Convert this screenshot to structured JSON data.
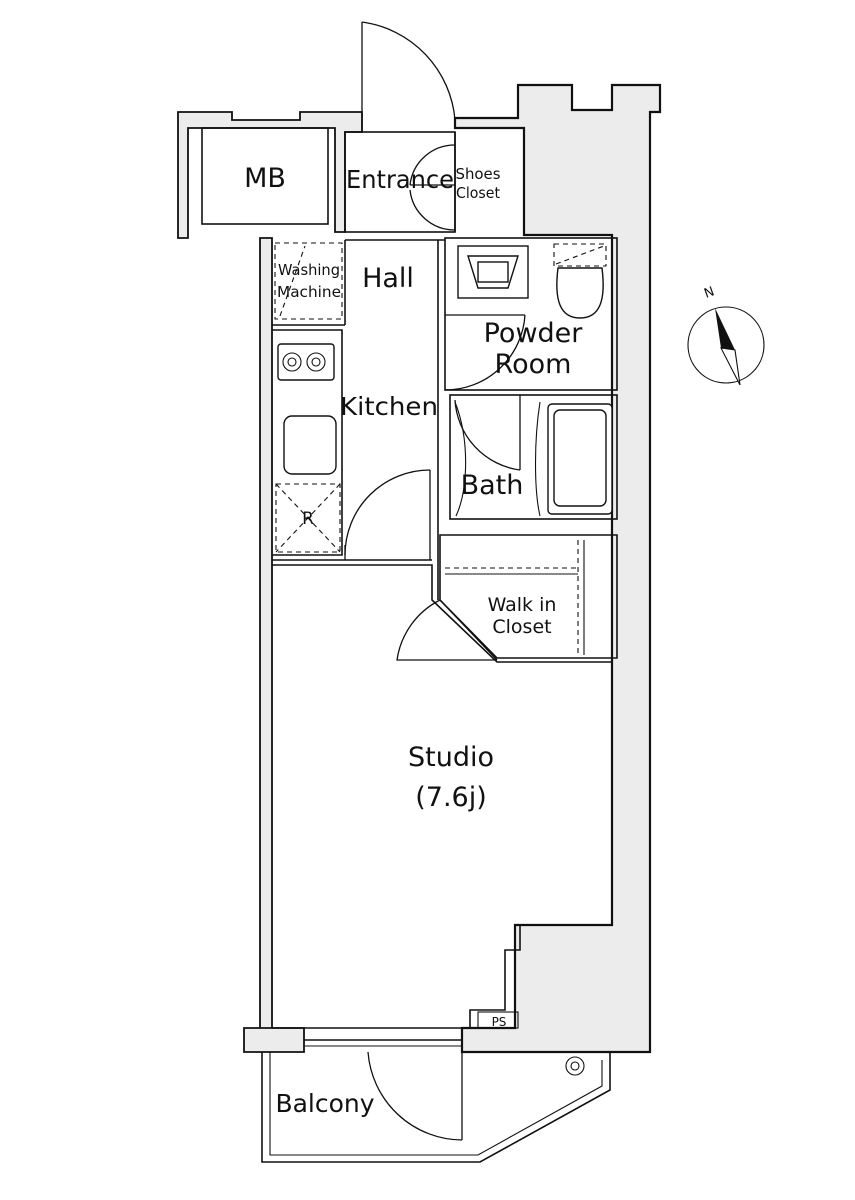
{
  "rooms": {
    "mb": "MB",
    "entrance": "Entrance",
    "shoes_closet": [
      "Shoes",
      "Closet"
    ],
    "hall": "Hall",
    "washing_machine": [
      "Washing",
      "Machine"
    ],
    "powder_room": [
      "Powder",
      "Room"
    ],
    "kitchen": "Kitchen",
    "bath": "Bath",
    "refrigerator": "R",
    "walk_in_closet": [
      "Walk in",
      "Closet"
    ],
    "studio": "Studio",
    "studio_size": "(7.6j)",
    "ps": "PS",
    "balcony": "Balcony"
  },
  "compass": {
    "north": "N"
  }
}
